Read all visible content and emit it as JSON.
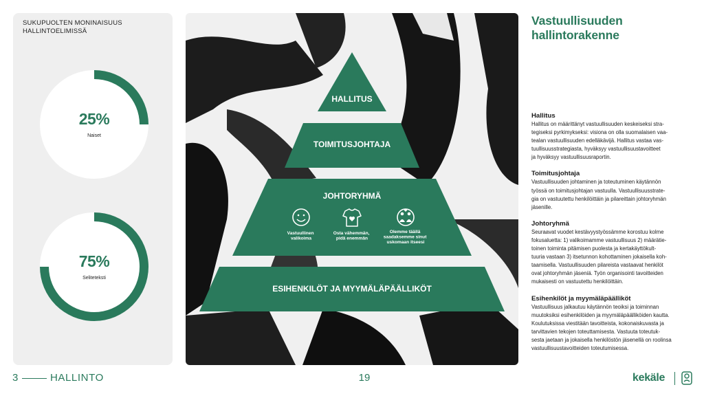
{
  "left_panel": {
    "title": "SUKUPUOLTEN MONINAISUUS HALLINTOELIMISSÄ",
    "stats": [
      {
        "value": "25%",
        "label": "Naiset",
        "fraction": 0.25
      },
      {
        "value": "75%",
        "label": "Seliteteksti",
        "fraction": 0.75
      }
    ]
  },
  "pyramid": {
    "levels": [
      "HALLITUS",
      "TOIMITUSJOHTAJA",
      "JOHTORYHMÄ",
      "ESIHENKILÖT JA MYYMÄLÄPÄÄLLIKÖT"
    ],
    "icons": [
      {
        "icon": "smiley-icon",
        "lines": [
          "Vastuullinen",
          "valikoima"
        ]
      },
      {
        "icon": "shirt-heart-icon",
        "lines": [
          "Osta vähemmän,",
          "pidä enemmän"
        ]
      },
      {
        "icon": "people-heart-icon",
        "lines": [
          "Olemme täällä",
          "saadaksemme sinut",
          "uskomaan itseesi"
        ]
      }
    ]
  },
  "right": {
    "title_lines": [
      "Vastuullisuuden",
      "hallintorakenne"
    ],
    "sections": [
      {
        "heading": "Hallitus",
        "lines": [
          "Hallitus on määrittänyt vastuullisuuden keskeiseksi stra-",
          "tegiseksi pyrkimykseksi: visiona on olla suomalaisen vaa-",
          "tealan vastuullisuuden edelläkävijä. Hallitus vastaa vas-",
          "tuullisuusstrategiasta, hyväksyy vastuullisuustavoitteet",
          "ja hyväksyy vastuullisuusraportin."
        ]
      },
      {
        "heading": "Toimitusjohtaja",
        "lines": [
          "Vastuullisuuden johtaminen ja toteutuminen käytännön",
          "työssä on toimitusjohtajan vastuulla. Vastuullisuusstrate-",
          "gia on vastuutettu henkilöittäin ja pilareittain johtoryhmän",
          "jäsenille."
        ]
      },
      {
        "heading": "Johtoryhmä",
        "lines": [
          "Seuraavat vuodet kestävyystyössämme korostuu kolme",
          "fokusaluetta: 1) valikoimamme vastuullisuus 2) määrätie-",
          "toinen toiminta pitämisen puolesta ja kertakäyttökult-",
          "tuuria vastaan 3) itsetunnon kohottaminen jokaisella koh-",
          "taamisella. Vastuullisuuden pilareista vastaavat henkilöt",
          "ovat johtoryhmän jäseniä. Työn organisointi tavoitteiden",
          "mukaisesti on vastuutettu henkilöittäin."
        ]
      },
      {
        "heading": "Esihenkilöt ja myymäläpäälliköt",
        "lines": [
          "Vastuullisuus jalkautuu käytännön teoiksi ja toiminnan",
          "muutoksiksi esihenkilöiden ja myymäläpäälliköiden kautta.",
          "Koulutuksissa viestitään tavoitteista, kokonaiskuvasta ja",
          "tarvittavien tekojen toteuttamisesta. Vastuuta toteutuk-",
          "sesta jaetaan ja jokaisella henkilöstön jäsenellä on roolinsa",
          "vastuullisuustavoitteiden toteutumisessa."
        ]
      }
    ]
  },
  "footer": {
    "chapter_number": "3",
    "chapter_name": "HALLINTO",
    "page": "19",
    "logo": "kekäle"
  },
  "colors": {
    "accent": "#2a7a5c",
    "panel": "#efefef"
  }
}
